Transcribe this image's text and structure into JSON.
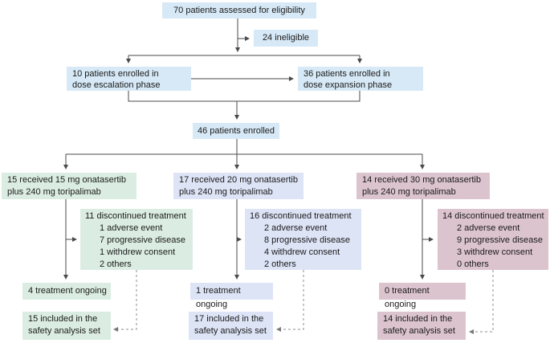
{
  "colors": {
    "blue": "#d7e9f6",
    "green": "#dbede2",
    "lavender": "#dde4f6",
    "pink": "#dcc4ce",
    "line": "#4a4a4a",
    "dashed_line": "#8f8f8f",
    "text": "#1a1a1a"
  },
  "top": {
    "assessed": "70 patients assessed for eligibility",
    "ineligible": "24 ineligible",
    "dose_escalation": "10 patients enrolled in\ndose escalation phase",
    "dose_expansion": "36 patients enrolled in\ndose expansion phase",
    "enrolled": "46 patients enrolled"
  },
  "arms": [
    {
      "received": "15 received 15 mg onatasertib\nplus 240 mg toripalimab",
      "discontinued_title": "11 discontinued treatment",
      "discontinued_items": [
        "1 adverse event",
        "7 progressive disease",
        "1 withdrew consent",
        "2 others"
      ],
      "ongoing": "4 treatment ongoing",
      "safety": "15 included in the\nsafety analysis set",
      "color": "#dbede2"
    },
    {
      "received": "17 received 20 mg onatasertib\nplus 240 mg toripalimab",
      "discontinued_title": "16 discontinued treatment",
      "discontinued_items": [
        "2 adverse event",
        "8 progressive disease",
        "4 withdrew consent",
        "2 others"
      ],
      "ongoing": "1 treatment ongoing",
      "safety": "17 included in the\nsafety analysis set",
      "color": "#dde4f6"
    },
    {
      "received": "14 received 30 mg onatasertib\nplus 240 mg toripalimab",
      "discontinued_title": "14 discontinued treatment",
      "discontinued_items": [
        "2 adverse event",
        "9 progressive disease",
        "3 withdrew consent",
        "0 others"
      ],
      "ongoing": "0 treatment ongoing",
      "safety": "14 included in the\nsafety analysis set",
      "color": "#dcc4ce"
    }
  ]
}
